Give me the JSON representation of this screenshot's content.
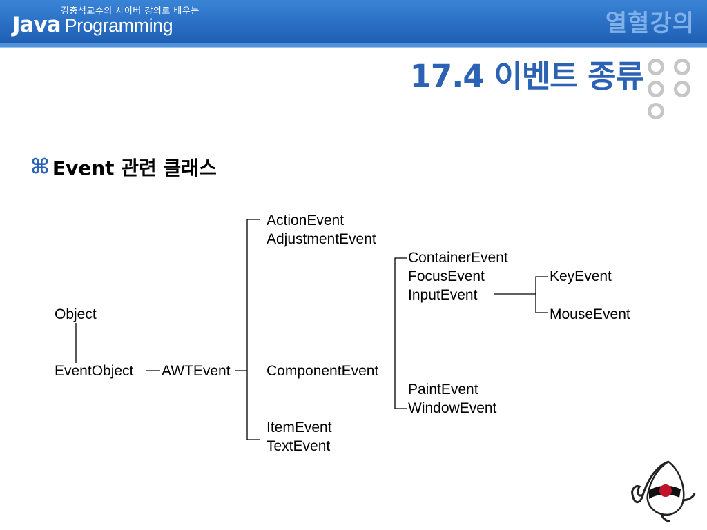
{
  "header": {
    "subtitle": "김충석교수의 사이버 강의로 배우는",
    "brand_java": "Java",
    "brand_programming": "Programming",
    "series_tag": "열혈강의"
  },
  "slide": {
    "title": "17.4 이벤트 종류"
  },
  "bullet": {
    "icon": "command-key-icon",
    "text": "Event 관련 클래스"
  },
  "hierarchy": {
    "object": "Object",
    "event_object": "EventObject",
    "awt_event": "AWTEvent",
    "action_event": "ActionEvent",
    "adjustment_event": "AdjustmentEvent",
    "component_event": "ComponentEvent",
    "item_event": "ItemEvent",
    "text_event": "TextEvent",
    "container_event": "ContainerEvent",
    "focus_event": "FocusEvent",
    "input_event": "InputEvent",
    "paint_event": "PaintEvent",
    "window_event": "WindowEvent",
    "key_event": "KeyEvent",
    "mouse_event": "MouseEvent"
  },
  "colors": {
    "header_blue": "#2a6fc4",
    "title_blue": "#2c62b4",
    "ring_gray": "#c6c6c6"
  }
}
